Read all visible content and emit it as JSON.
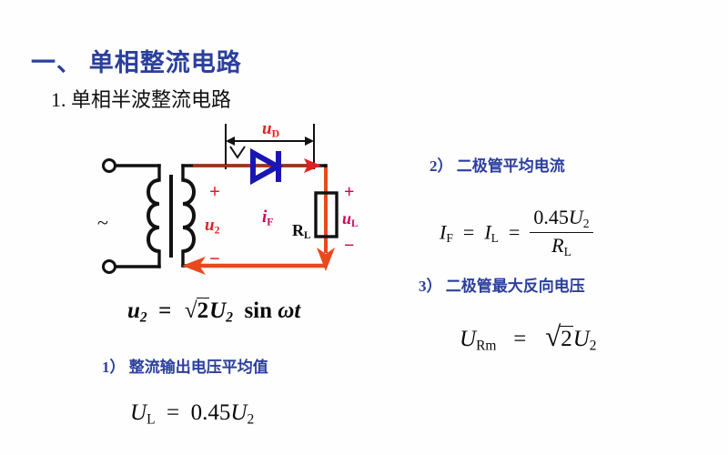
{
  "slide": {
    "background": "#fefefe",
    "heading_main": "一、  单相整流电路",
    "heading_sub": "1. 单相半波整流电路",
    "heading_color": "#2b3f9e"
  },
  "sections": {
    "item1": "1）  整流输出电压平均值",
    "item2": "2）  二极管平均电流",
    "item3": "3）  二极管最大反向电压"
  },
  "equations": {
    "source_voltage": {
      "lhs_var": "u",
      "lhs_sub": "2",
      "eq": "=",
      "radicand": "2",
      "rms_var": "U",
      "rms_sub": "2",
      "trig": "sin",
      "omega": "ω",
      "time": "t",
      "plain": "u2 = √2 U2 sin ωt"
    },
    "output_voltage": {
      "lhs_var": "U",
      "lhs_sub": "L",
      "eq": "=",
      "coefficient": "0.45",
      "rhs_var": "U",
      "rhs_sub": "2",
      "plain": "UL = 0.45 U2"
    },
    "diode_current": {
      "lhs_var": "I",
      "lhs_sub": "F",
      "eq1": "=",
      "mid_var": "I",
      "mid_sub": "L",
      "eq2": "=",
      "numer_coefficient": "0.45",
      "numer_var": "U",
      "numer_sub": "2",
      "denom_var": "R",
      "denom_sub": "L",
      "plain": "IF = IL = 0.45 U2 / RL"
    },
    "reverse_voltage": {
      "lhs_var": "U",
      "lhs_sub": "Rm",
      "eq": "=",
      "radicand": "2",
      "rhs_var": "U",
      "rhs_sub": "2",
      "plain": "URm = √2 U2"
    }
  },
  "circuit": {
    "labels": {
      "diode_voltage": {
        "var": "u",
        "sub": "D",
        "color": "#e02020"
      },
      "secondary_voltage": {
        "var": "u",
        "sub": "2",
        "color": "#e02020"
      },
      "forward_current": {
        "var": "i",
        "sub": "F",
        "color": "#cc0055"
      },
      "load_voltage": {
        "var": "u",
        "sub": "L",
        "color": "#cc0055"
      },
      "load_resistor": {
        "var": "R",
        "sub": "L",
        "color": "#0a0a0a"
      },
      "secondary_plus": "+",
      "secondary_minus": "−",
      "load_plus": "+",
      "load_minus": "−",
      "ac_source": "~"
    },
    "colors": {
      "wire": "#111111",
      "current_path": "#e8491d",
      "current_path_top": "#cc2200",
      "diode": "#1a16b4",
      "resistor_outline": "#111111",
      "dimension_line": "#111111"
    },
    "elements": [
      "ac-terminal-top",
      "ac-terminal-bottom",
      "transformer-primary-coil",
      "transformer-core",
      "transformer-secondary-coil",
      "diode-d",
      "load-resistor-rl",
      "current-arrow-top",
      "current-arrow-right",
      "current-arrow-bottom",
      "dimension-arrow-ud"
    ]
  }
}
